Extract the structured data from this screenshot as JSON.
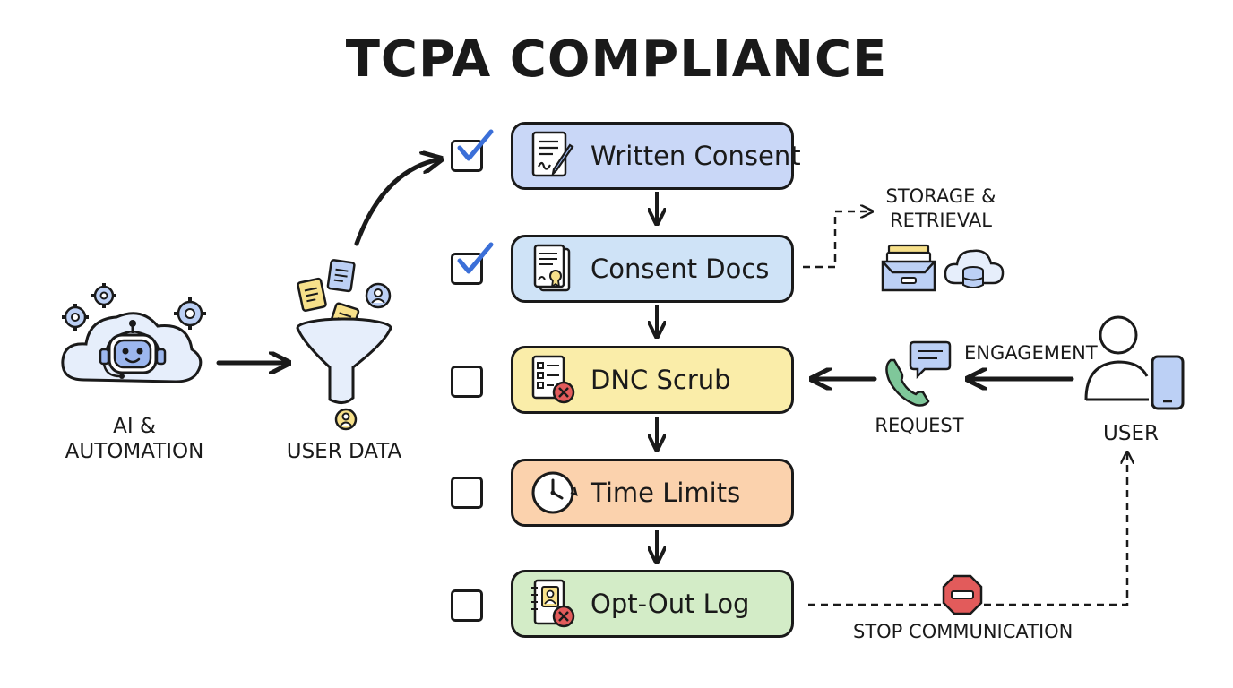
{
  "title": "TCPA COMPLIANCE",
  "left": {
    "ai_label": "AI & AUTOMATION",
    "data_label": "USER DATA"
  },
  "steps": [
    {
      "label": "Written Consent",
      "checked": true,
      "color": "#c9d7f7",
      "icon": "signed-document-icon"
    },
    {
      "label": "Consent Docs",
      "checked": true,
      "color": "#cfe3f7",
      "icon": "certified-documents-icon"
    },
    {
      "label": "DNC Scrub",
      "checked": false,
      "color": "#faeda9",
      "icon": "checklist-reject-icon"
    },
    {
      "label": "Time Limits",
      "checked": false,
      "color": "#fbd2ad",
      "icon": "clock-icon"
    },
    {
      "label": "Opt-Out Log",
      "checked": false,
      "color": "#d3ecc7",
      "icon": "contact-book-reject-icon"
    }
  ],
  "right": {
    "storage_label": "STORAGE & RETRIEVAL",
    "engagement_label": "ENGAGEMENT",
    "request_label": "REQUEST",
    "user_label": "USER",
    "stop_label": "STOP COMMUNICATION"
  },
  "colors": {
    "ink": "#1a1a1a",
    "check_blue": "#3b6fd8",
    "icon_blue": "#bcd0f5",
    "icon_yellow": "#f7e08a",
    "reject_red": "#e25b5b",
    "phone_green": "#7fc79a"
  }
}
